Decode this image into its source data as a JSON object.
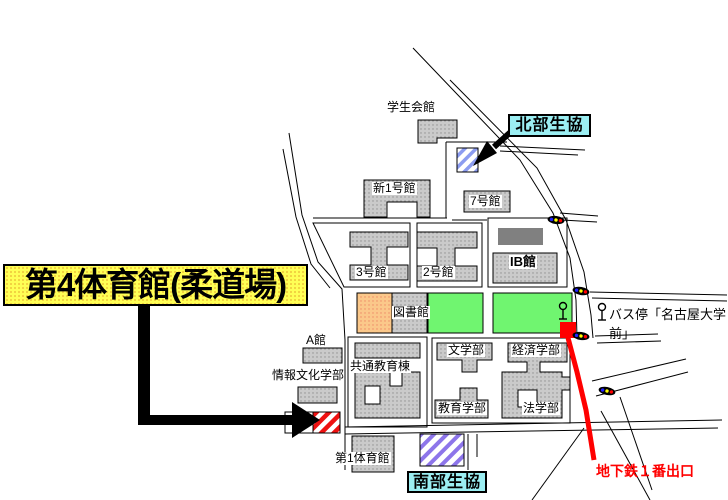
{
  "map_title": {
    "target_label": "第4体育館(柔道場)"
  },
  "coop_labels": {
    "north": "北部生協",
    "south": "南部生協"
  },
  "bus_stop": {
    "label": "バス停「名古屋大学前」"
  },
  "subway": {
    "exit_label": "地下鉄１番出口"
  },
  "buildings": {
    "gakusei_kaikan": "学生会館",
    "shin_1go_kan": "新1号館",
    "no7_kan": "7号館",
    "no3_kan": "3号館",
    "no2_kan": "2号館",
    "ib_kan": "IB館",
    "toshokan": "図書館",
    "a_kan": "A館",
    "joho_bunka_gakubu": "情報文化学部",
    "kyotsu_kyoiku_to": "共通教育棟",
    "bungakubu": "文学部",
    "keizai_gakubu": "経済学部",
    "kyoiku_gakubu": "教育学部",
    "hogakubu": "法学部",
    "dai1_taiikukan": "第1体育館"
  },
  "icons": {
    "traffic_light": "traffic-light-icon",
    "bus_stop_sign": "bus-stop-sign-icon"
  },
  "colors": {
    "highlight_yellow": "#ffff55",
    "coop_cyan": "#9beef2",
    "building_gray": "#cacaca",
    "dark_gray": "#808080",
    "green_building": "#70f570",
    "orange_building": "#fbc88a",
    "target_red": "#ff0000",
    "north_coop_hatch": "#8c9cf0",
    "south_coop_hatch": "#8d75ea"
  }
}
